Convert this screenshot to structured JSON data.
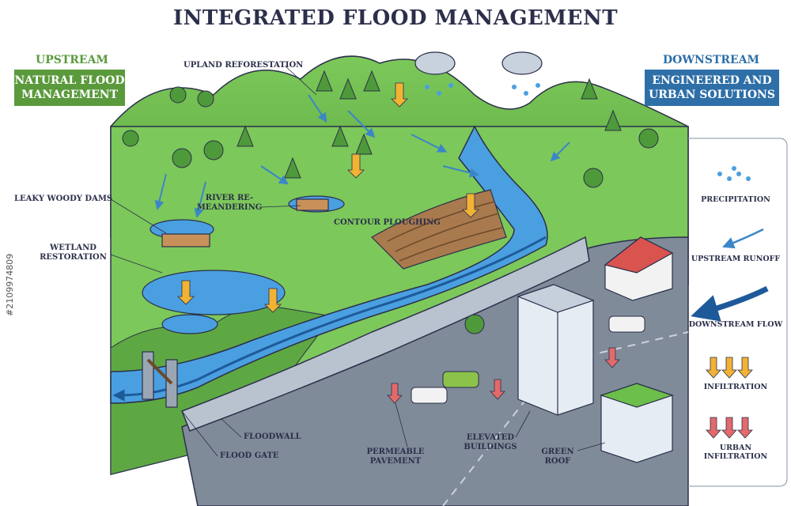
{
  "title": "INTEGRATED FLOOD MANAGEMENT",
  "upstream": {
    "heading": "UPSTREAM",
    "box": "NATURAL FLOOD MANAGEMENT"
  },
  "downstream": {
    "heading": "DOWNSTREAM",
    "box": "ENGINEERED AND URBAN SOLUTIONS"
  },
  "labels": {
    "upland_reforestation": "UPLAND REFORESTATION",
    "leaky_woody_dams": "LEAKY WOODY DAMS",
    "river_remeandering": "RIVER RE-MEANDERING",
    "contour_ploughing": "CONTOUR PLOUGHING",
    "wetland_restoration": "WETLAND RESTORATION",
    "floodwall": "FLOODWALL",
    "flood_gate": "FLOOD GATE",
    "permeable_pavement": "PERMEABLE PAVEMENT",
    "elevated_buildings": "ELEVATED BUILDINGS",
    "green_roof": "GREEN ROOF"
  },
  "legend": [
    {
      "label": "PRECIPITATION"
    },
    {
      "label": "UPSTREAM RUNOFF"
    },
    {
      "label": "DOWNSTREAM FLOW"
    },
    {
      "label": "INFILTRATION"
    },
    {
      "label": "URBAN INFILTRATION"
    }
  ],
  "watermark": {
    "id": "#2109974809"
  },
  "colors": {
    "upstream_green": "#5a9a3c",
    "downstream_blue": "#2e6fa8",
    "water": "#4a9fe0",
    "grass": "#6cbf4a",
    "road": "#5f6b7a",
    "infiltration": "#f2b233",
    "urban_infiltration": "#e26a6a"
  }
}
